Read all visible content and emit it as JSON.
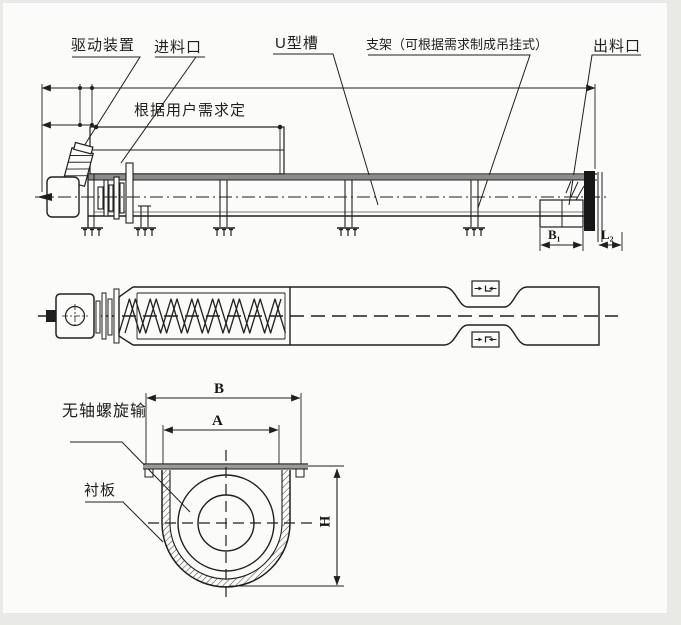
{
  "callouts": {
    "drive": "驱动装置",
    "inlet": "进料口",
    "u_trough": "U型槽",
    "support": "支架（可根据需求制成吊挂式）",
    "outlet": "出料口",
    "custom_length": "根据用户需求定",
    "shaftless_screw": "无轴螺旋输",
    "liner": "衬板"
  },
  "dimensions": {
    "outlet_width": "B₁",
    "end_offset": "L₂",
    "outer_width": "B",
    "inner_width": "A",
    "height": "H"
  },
  "colors": {
    "ink": "#1f1f1f",
    "paper": "#fbfbf9",
    "margin": "#e9e9e6"
  }
}
